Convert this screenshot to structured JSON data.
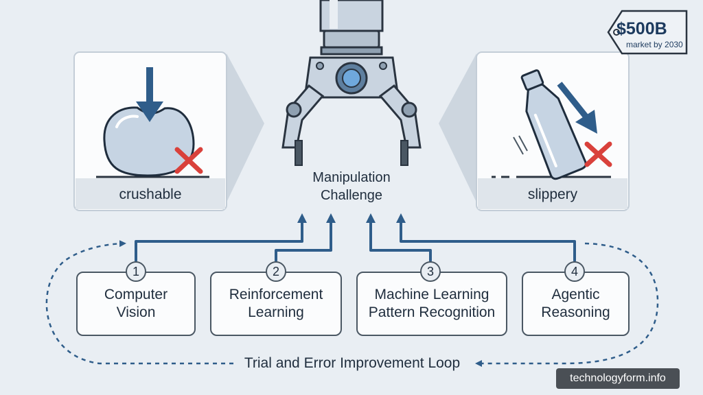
{
  "center": {
    "line1": "Manipulation",
    "line2": "Challenge"
  },
  "panels": {
    "left": {
      "label": "crushable"
    },
    "right": {
      "label": "slippery"
    }
  },
  "steps": [
    {
      "number": "1",
      "line1": "Computer",
      "line2": "Vision"
    },
    {
      "number": "2",
      "line1": "Reinforcement",
      "line2": "Learning"
    },
    {
      "number": "3",
      "line1": "Machine Learning",
      "line2": "Pattern Recognition"
    },
    {
      "number": "4",
      "line1": "Agentic",
      "line2": "Reasoning"
    }
  ],
  "loop_label": "Trial and Error Improvement Loop",
  "price_tag": {
    "value": "$500B",
    "caption": "market by 2030"
  },
  "watermark": "technologyform.info",
  "colors": {
    "accent": "#2f5d8a",
    "danger": "#d9413b",
    "box_border": "#4a5763",
    "background": "#e9eef3"
  }
}
